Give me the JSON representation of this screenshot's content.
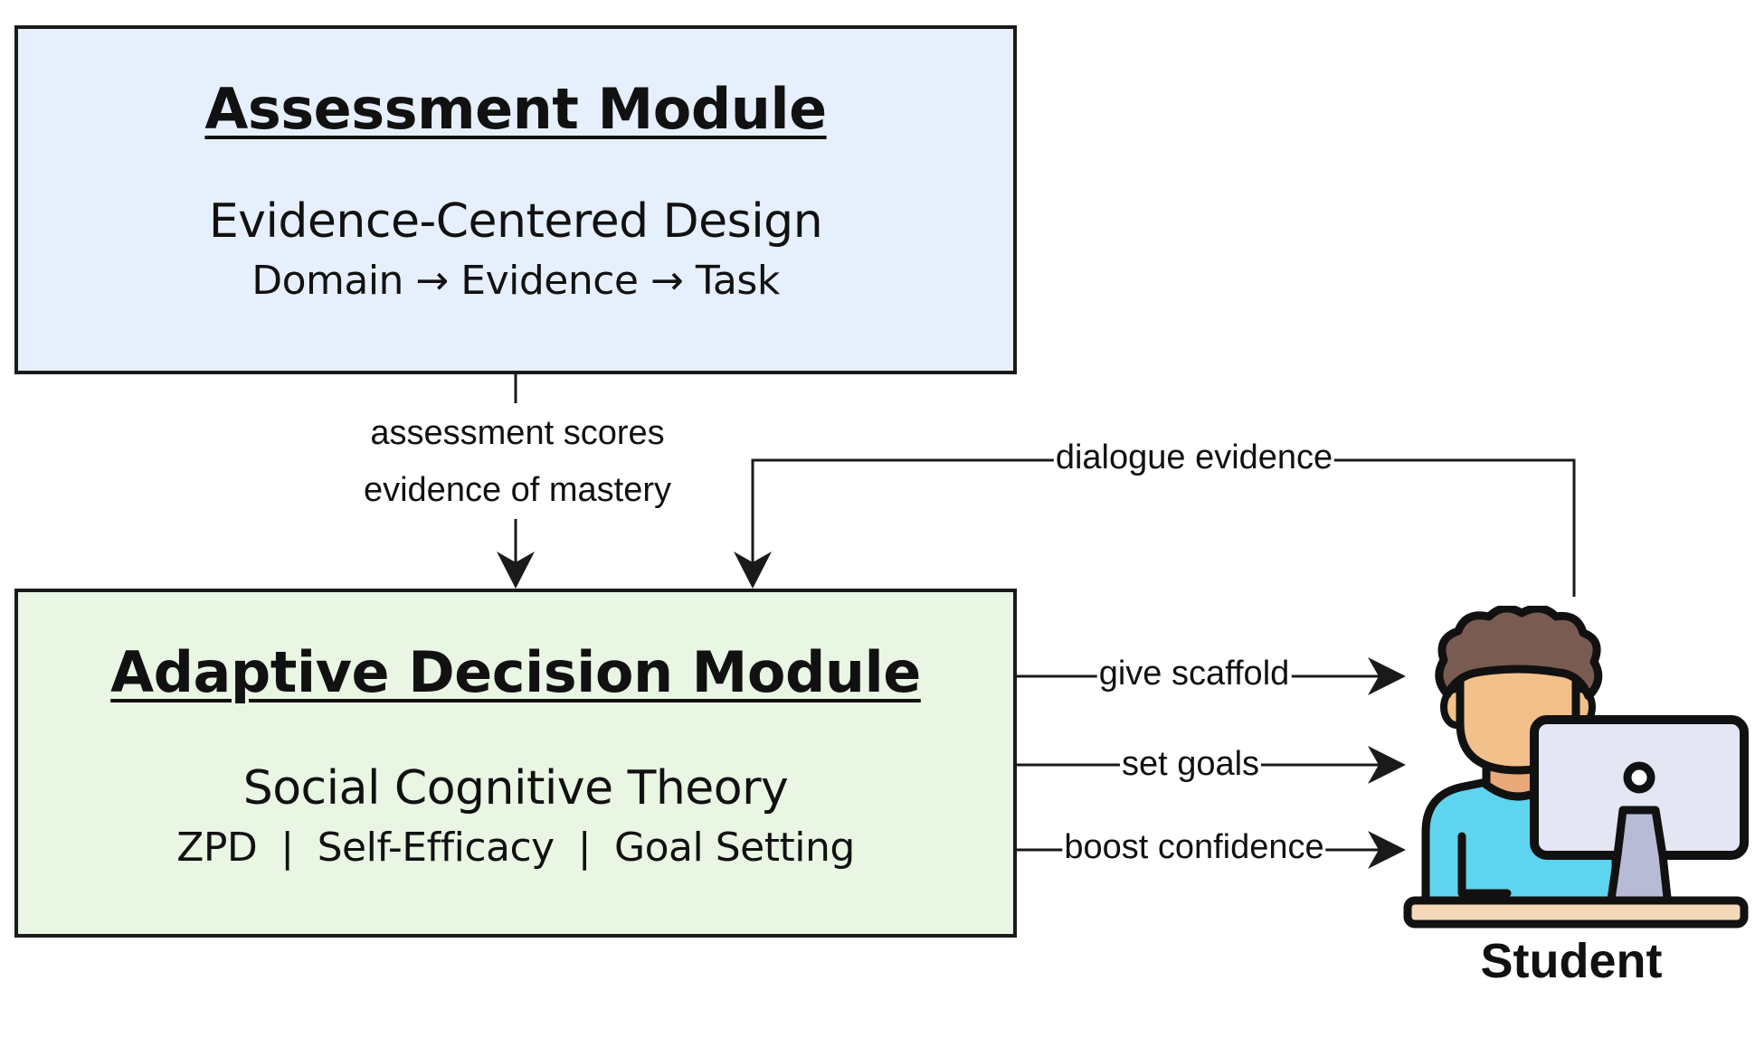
{
  "assessment_module": {
    "title": "Assessment Module",
    "subtitle": "Evidence-Centered Design",
    "flow": "Domain → Evidence → Task"
  },
  "adaptive_module": {
    "title": "Adaptive Decision Module",
    "subtitle": "Social Cognitive Theory",
    "concepts": [
      "ZPD",
      "Self-Efficacy",
      "Goal Setting"
    ],
    "separator": "|"
  },
  "edges": {
    "assessment_scores": "assessment scores",
    "evidence_of_mastery": "evidence of mastery",
    "dialogue_evidence": "dialogue evidence",
    "give_scaffold": "give scaffold",
    "set_goals": "set goals",
    "boost_confidence": "boost confidence"
  },
  "student": {
    "label": "Student",
    "icon": "student-at-computer-icon"
  },
  "colors": {
    "assessment_fill": "#e6f0fd",
    "adaptive_fill": "#e8f6e3",
    "stroke": "#1a1a1a"
  }
}
